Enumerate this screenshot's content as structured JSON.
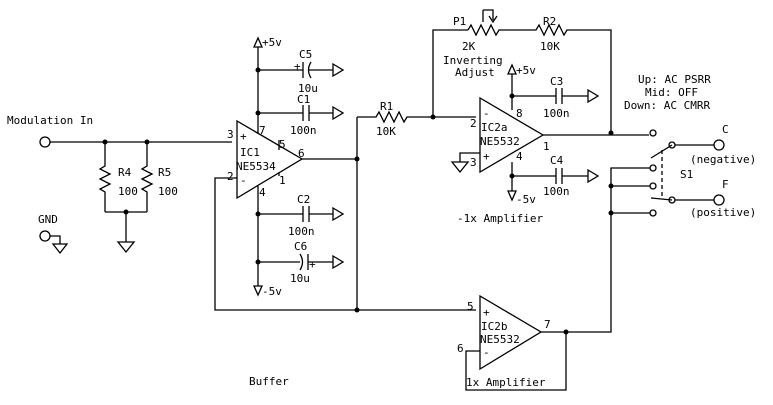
{
  "labels": {
    "mod_in": "Modulation In",
    "gnd": "GND",
    "r4": "R4",
    "r4v": "100",
    "r5": "R5",
    "r5v": "100",
    "ic1_ref": "IC1",
    "ic1_part": "NE5534",
    "ic1_p3": "3",
    "ic1_p2": "2",
    "ic1_p7": "7",
    "ic1_p5": "5",
    "ic1_p6": "6",
    "ic1_p4": "4",
    "ic1_p1": "1",
    "plus5_a": "+5v",
    "minus5_a": "-5v",
    "c5": "C5",
    "c5v": "10u",
    "c1": "C1",
    "c1v": "100n",
    "c2": "C2",
    "c2v": "100n",
    "c6": "C6",
    "c6v": "10u",
    "r1": "R1",
    "r1v": "10K",
    "p1": "P1",
    "p1v": "2K",
    "p1d1": "Inverting",
    "p1d2": "Adjust",
    "r2": "R2",
    "r2v": "10K",
    "ic2a_ref": "IC2a",
    "ic2a_part": "NE5532",
    "ic2a_p2": "2",
    "ic2a_p3": "3",
    "ic2a_p8": "8",
    "ic2a_p4": "4",
    "ic2a_p1": "1",
    "plus5_b": "+5v",
    "minus5_b": "-5v",
    "c3": "C3",
    "c3v": "100n",
    "c4": "C4",
    "c4v": "100n",
    "amp_inv": "-1x Amplifier",
    "ic2b_ref": "IC2b",
    "ic2b_part": "NE5532",
    "ic2b_p5": "5",
    "ic2b_p6": "6",
    "ic2b_p7": "7",
    "amp_buf": "1x Amplifier",
    "buffer": "Buffer",
    "sw_up": "Up: AC PSRR",
    "sw_mid": "Mid: OFF",
    "sw_down": "Down: AC CMRR",
    "s1": "S1",
    "out_c": "C",
    "out_c_desc": "(negative)",
    "out_f": "F",
    "out_f_desc": "(positive)",
    "plus_sign": "+",
    "minus_sign": "-",
    "cap_plus": "+"
  }
}
